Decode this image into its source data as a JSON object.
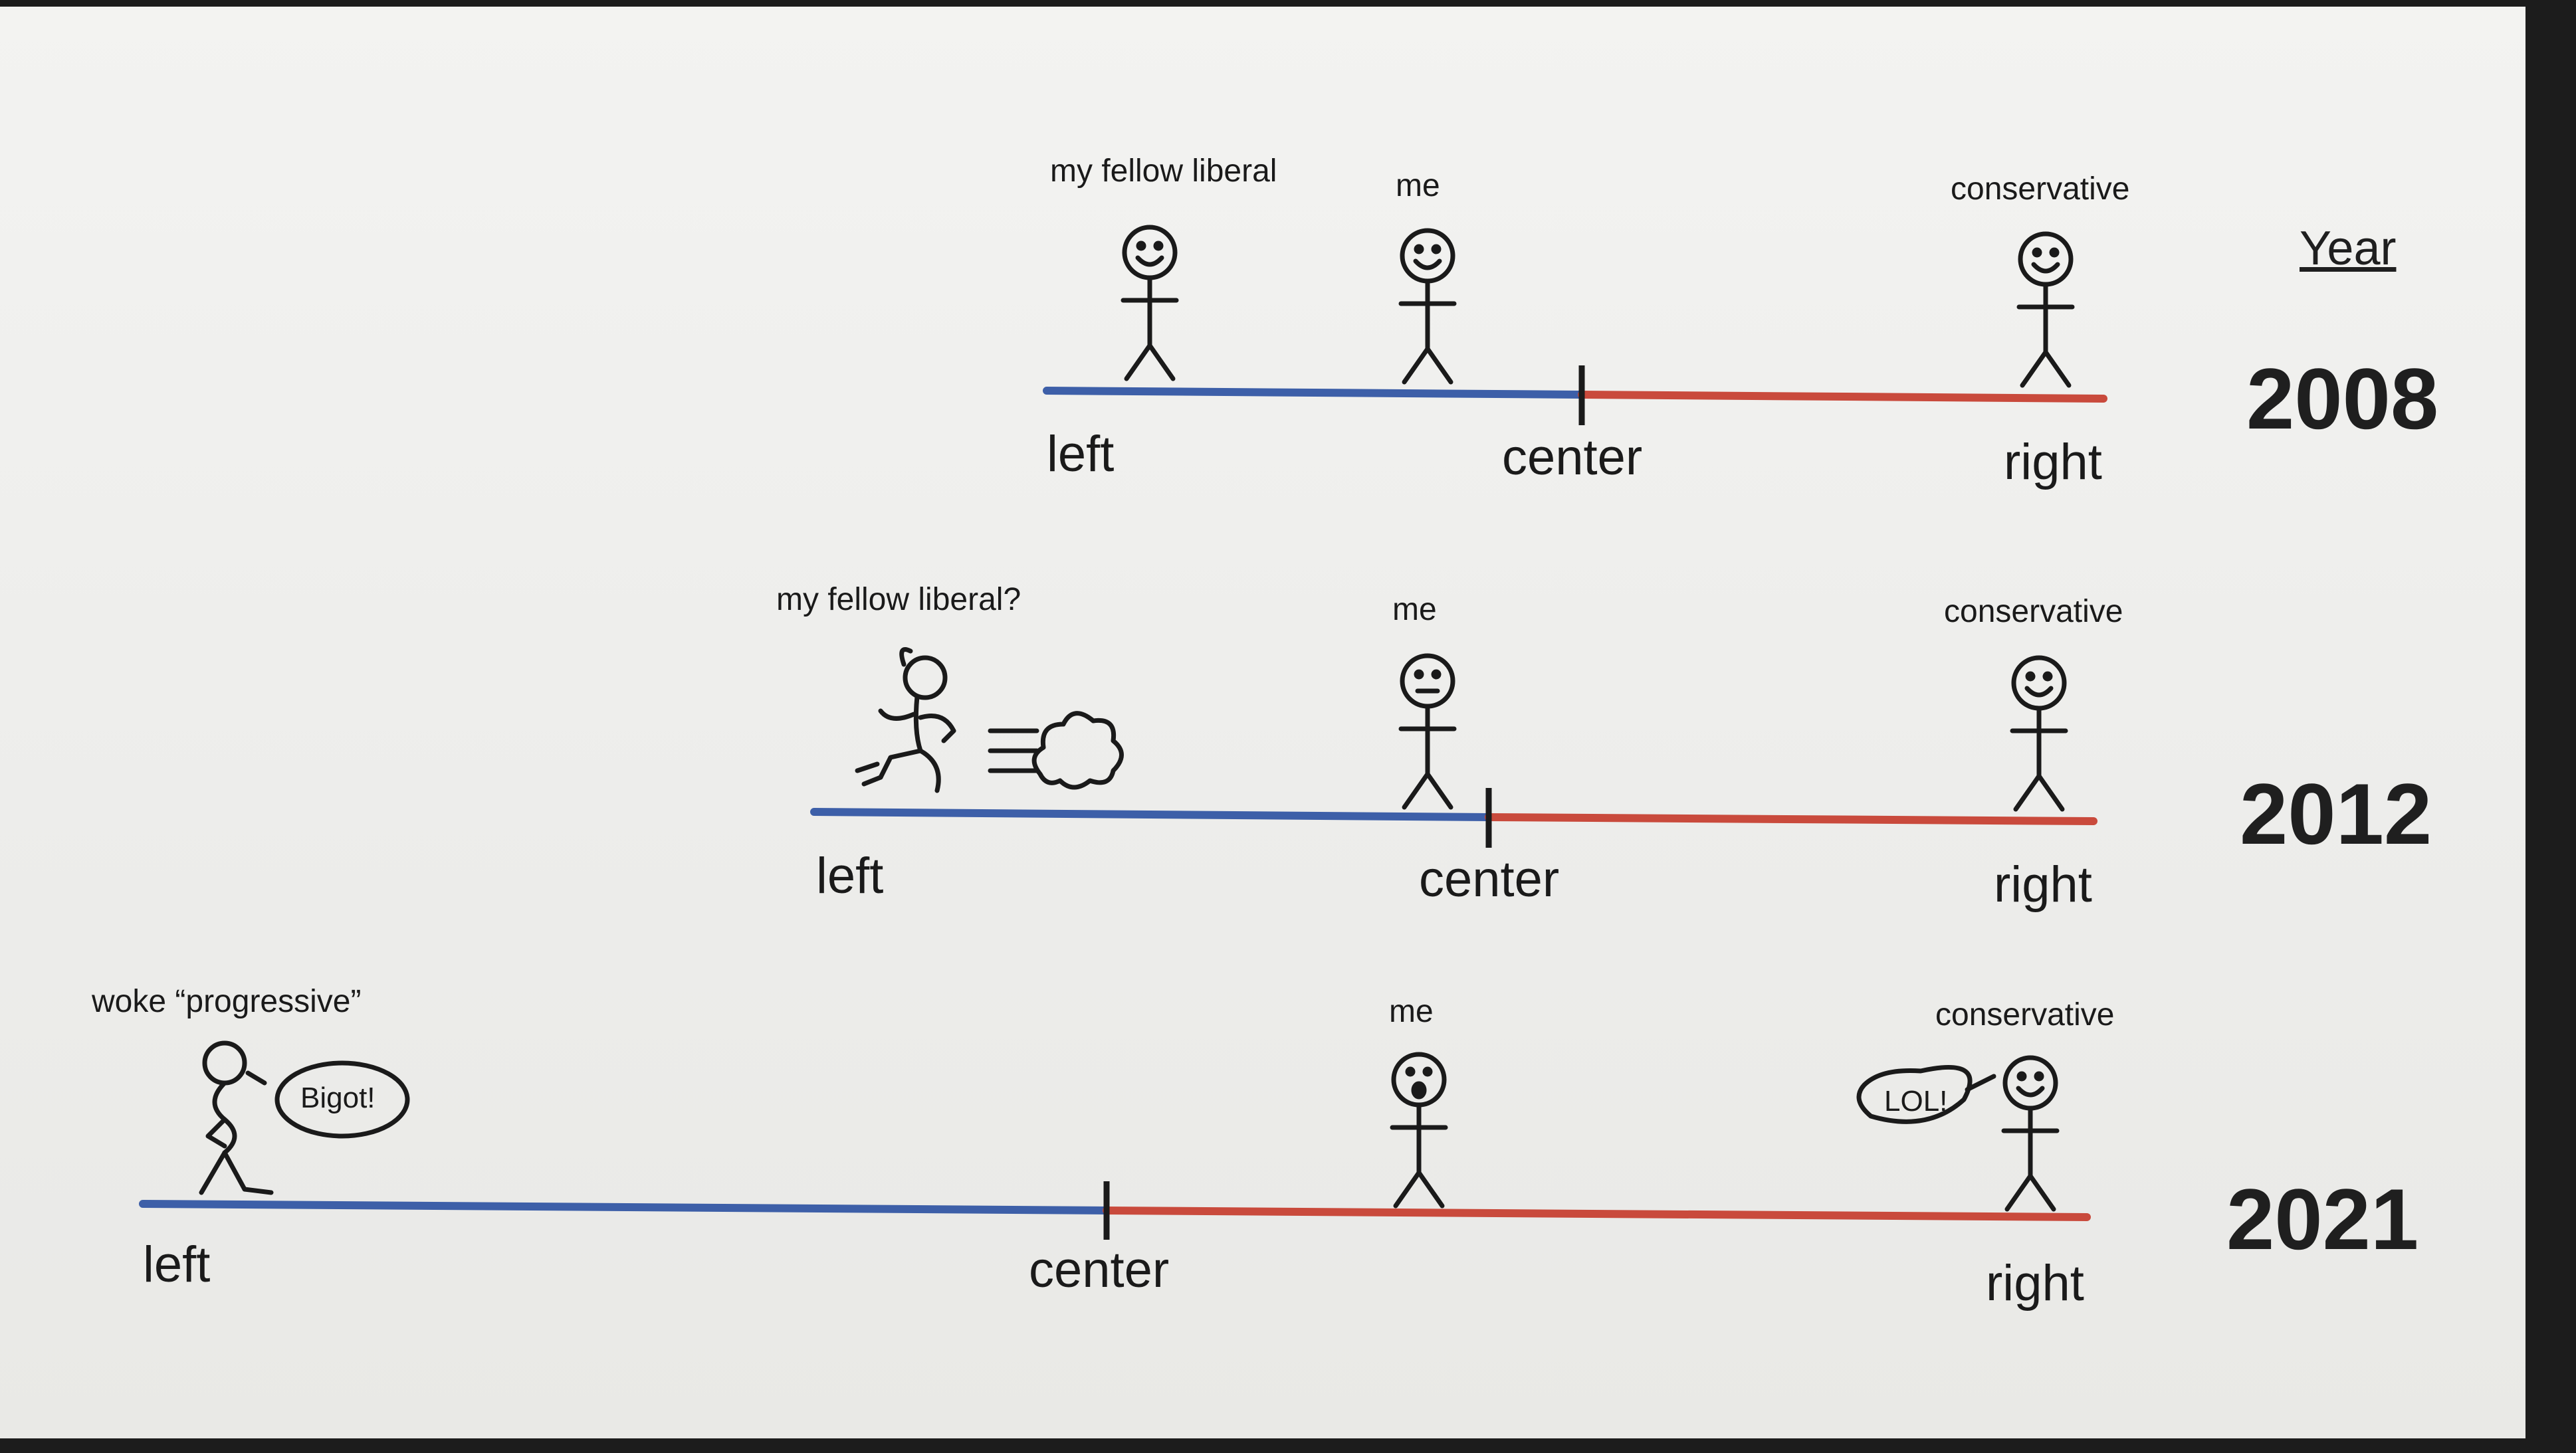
{
  "header": {
    "year_label": "Year"
  },
  "rows": [
    {
      "year": "2008",
      "axis": {
        "left": "left",
        "center": "center",
        "right": "right"
      },
      "figures": {
        "fellow": "my fellow liberal",
        "me": "me",
        "conservative": "conservative"
      }
    },
    {
      "year": "2012",
      "axis": {
        "left": "left",
        "center": "center",
        "right": "right"
      },
      "figures": {
        "fellow": "my fellow liberal?",
        "me": "me",
        "conservative": "conservative"
      }
    },
    {
      "year": "2021",
      "axis": {
        "left": "left",
        "center": "center",
        "right": "right"
      },
      "figures": {
        "fellow": "woke “progressive”",
        "me": "me",
        "conservative": "conservative"
      },
      "speech": {
        "progressive": "Bigot!",
        "conservative": "LOL!"
      }
    }
  ],
  "colors": {
    "left_line": "#3d5fa8",
    "right_line": "#c94a3c",
    "ink": "#1a1a1a"
  }
}
